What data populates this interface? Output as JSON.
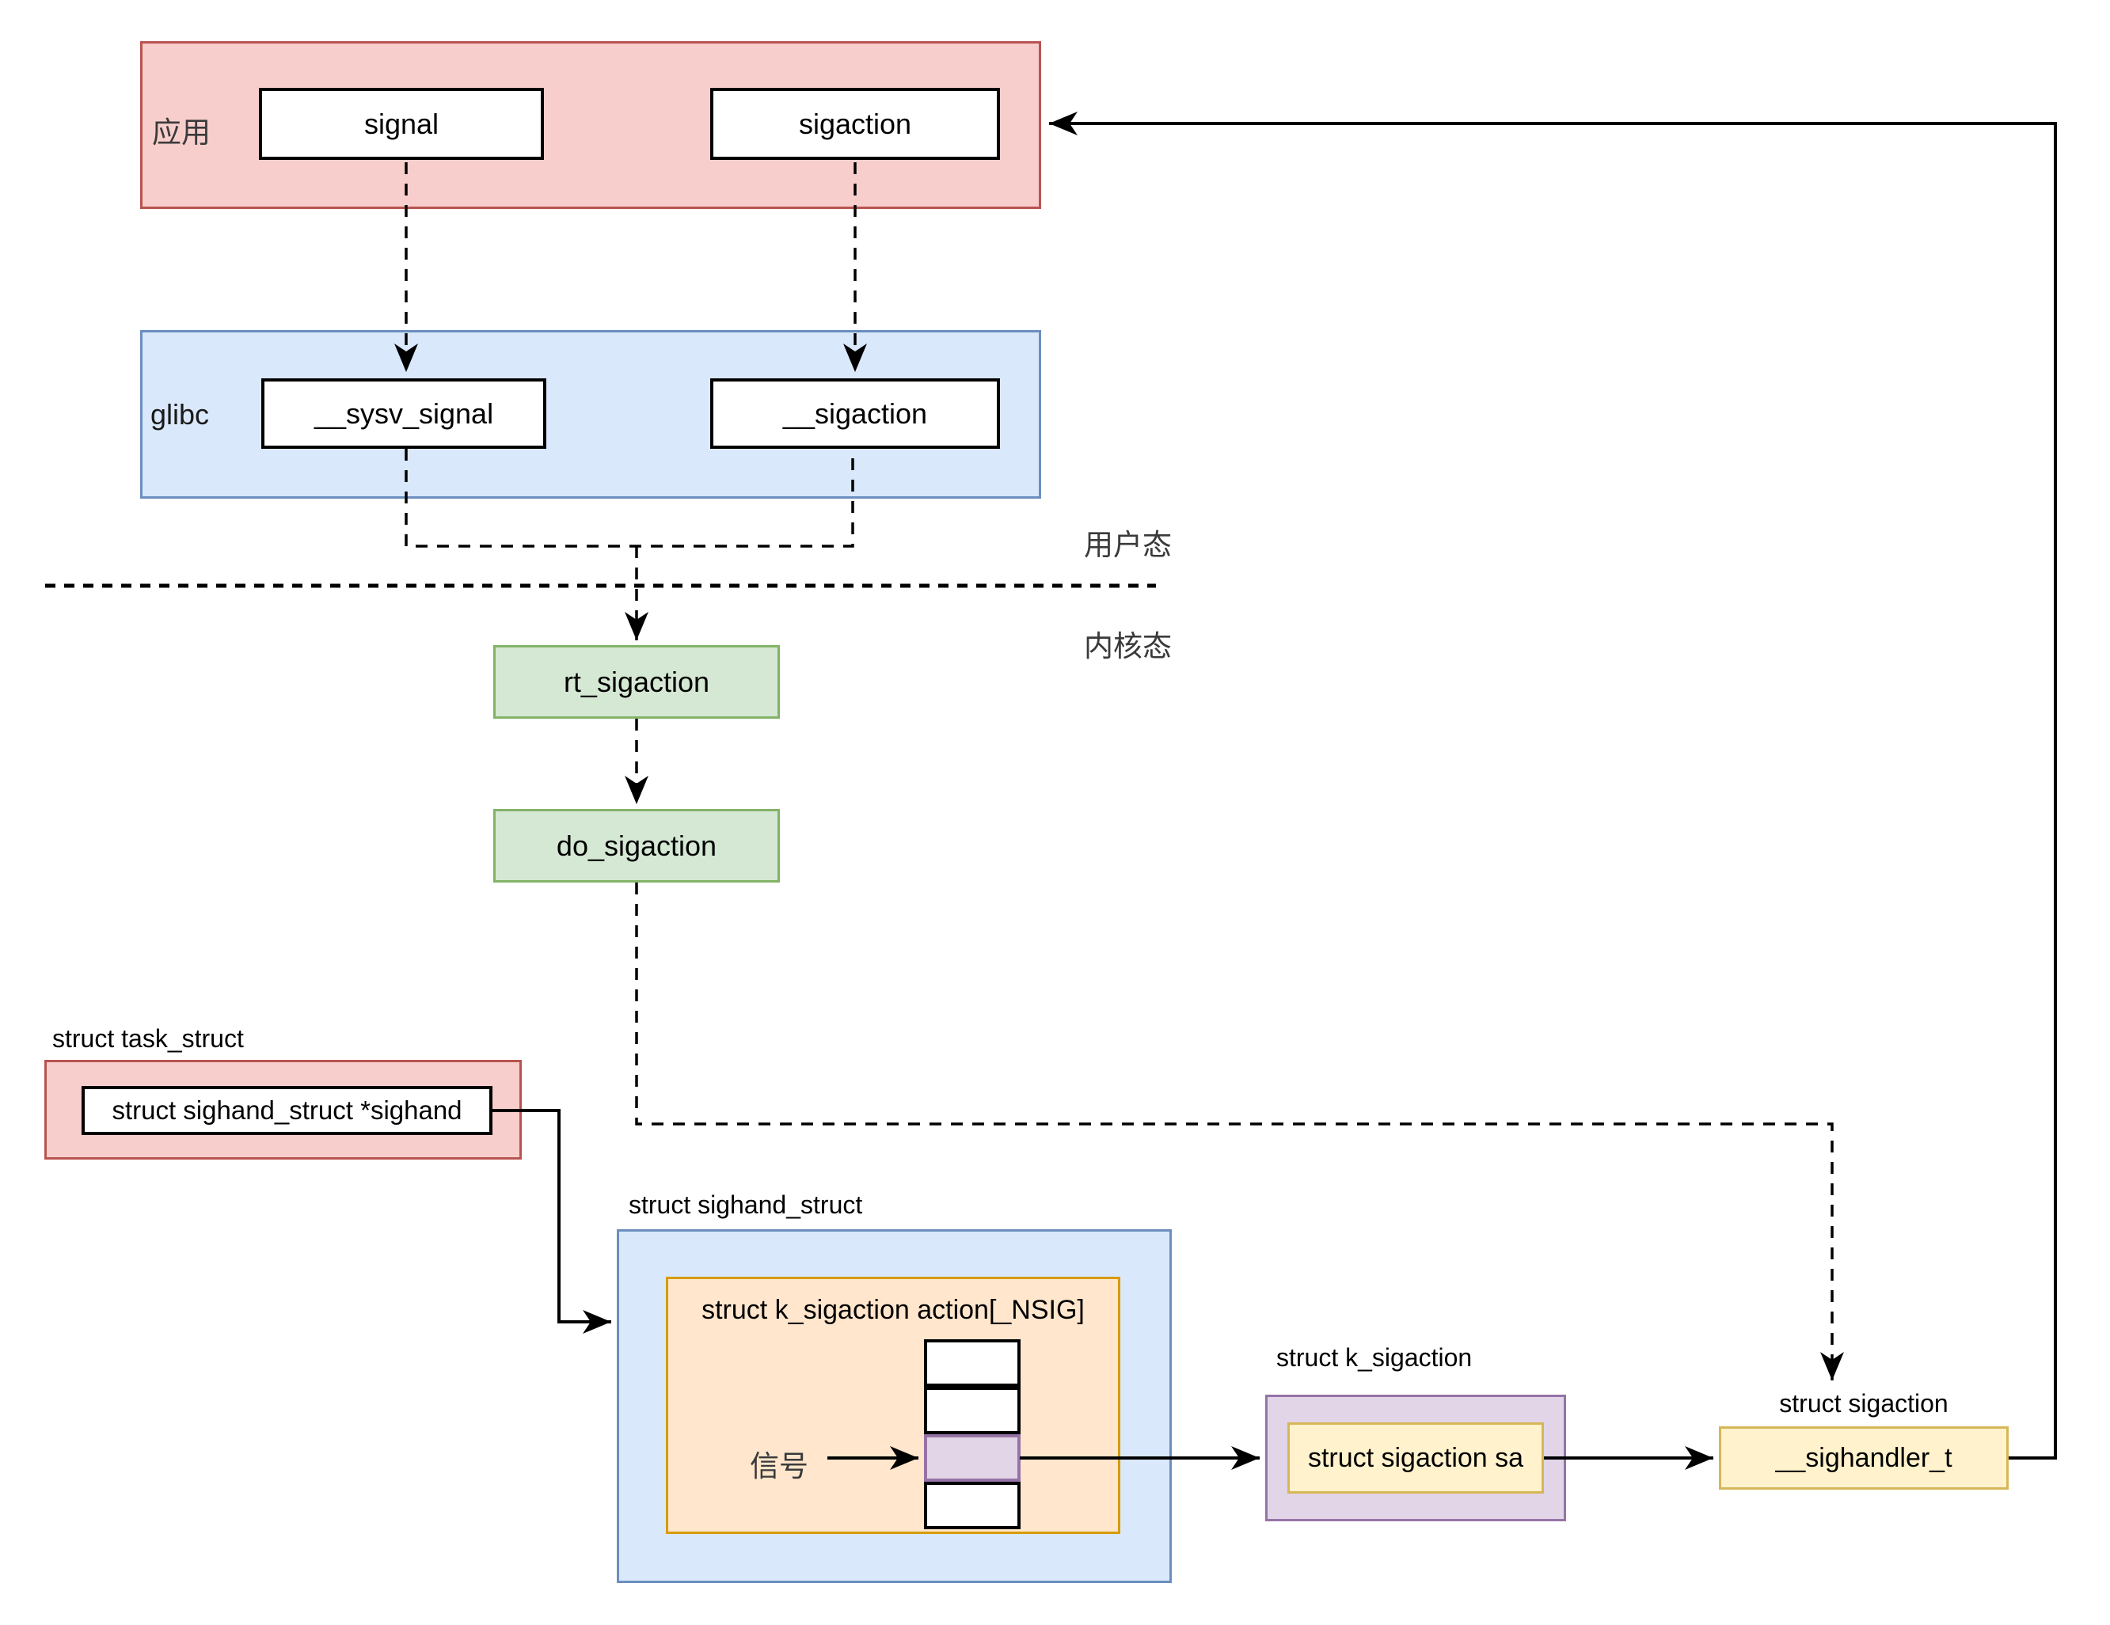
{
  "regions": {
    "user_mode_label": "用户态",
    "kernel_mode_label": "内核态"
  },
  "app_layer": {
    "label": "应用",
    "signal_node": "signal",
    "sigaction_node": "sigaction"
  },
  "glibc_layer": {
    "label": "glibc",
    "sysv_signal_node": "__sysv_signal",
    "sigaction_node": "__sigaction"
  },
  "kernel": {
    "rt_sigaction_node": "rt_sigaction",
    "do_sigaction_node": "do_sigaction"
  },
  "task_struct": {
    "title": "struct task_struct",
    "sighand_field": "struct sighand_struct *sighand"
  },
  "sighand_struct": {
    "title": "struct sighand_struct",
    "action_array_label": "struct k_sigaction action[_NSIG]",
    "signal_pointer_label": "信号",
    "cell_count": 4,
    "selected_cell_index": 2
  },
  "k_sigaction": {
    "title": "struct k_sigaction",
    "sa_field": "struct sigaction sa"
  },
  "sigaction_struct": {
    "title": "struct sigaction",
    "handler_field": "__sighandler_t"
  },
  "colors": {
    "app_fill": "#f8cecc",
    "app_border": "#b85450",
    "glibc_fill": "#dae8fc",
    "glibc_border": "#6c8ebf",
    "kernel_fill": "#d5e8d4",
    "kernel_border": "#82b366",
    "array_fill": "#ffe6cc",
    "array_border": "#d79b00",
    "k_sigaction_fill": "#e1d5e7",
    "k_sigaction_border": "#9673a6",
    "sigaction_fill": "#fff2cc",
    "sigaction_border": "#d6b656",
    "line": "#000000",
    "background": "#ffffff"
  }
}
